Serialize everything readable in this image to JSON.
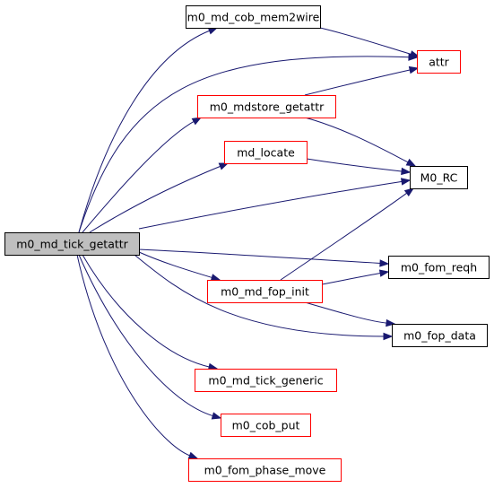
{
  "colors": {
    "edge": "#191970",
    "border_default": "#000000",
    "border_red": "#ff0000",
    "root_fill": "#bfbfbf",
    "node_fill": "#ffffff"
  },
  "nodes": {
    "root": {
      "label": "m0_md_tick_getattr",
      "border": "black",
      "highlighted": true
    },
    "cob_mem2wire": {
      "label": "m0_md_cob_mem2wire",
      "border": "black"
    },
    "attr": {
      "label": "attr",
      "border": "red"
    },
    "mdstore_getattr": {
      "label": "m0_mdstore_getattr",
      "border": "red"
    },
    "md_locate": {
      "label": "md_locate",
      "border": "red"
    },
    "m0_rc": {
      "label": "M0_RC",
      "border": "black"
    },
    "fom_reqh": {
      "label": "m0_fom_reqh",
      "border": "black"
    },
    "md_fop_init": {
      "label": "m0_md_fop_init",
      "border": "red"
    },
    "fop_data": {
      "label": "m0_fop_data",
      "border": "black"
    },
    "md_tick_generic": {
      "label": "m0_md_tick_generic",
      "border": "red"
    },
    "cob_put": {
      "label": "m0_cob_put",
      "border": "red"
    },
    "fom_phase_move": {
      "label": "m0_fom_phase_move",
      "border": "red"
    }
  },
  "edges": [
    [
      "root",
      "cob_mem2wire"
    ],
    [
      "root",
      "attr"
    ],
    [
      "root",
      "mdstore_getattr"
    ],
    [
      "root",
      "md_locate"
    ],
    [
      "root",
      "m0_rc"
    ],
    [
      "root",
      "fom_reqh"
    ],
    [
      "root",
      "md_fop_init"
    ],
    [
      "root",
      "fop_data"
    ],
    [
      "root",
      "md_tick_generic"
    ],
    [
      "root",
      "cob_put"
    ],
    [
      "root",
      "fom_phase_move"
    ],
    [
      "cob_mem2wire",
      "attr"
    ],
    [
      "mdstore_getattr",
      "attr"
    ],
    [
      "mdstore_getattr",
      "m0_rc"
    ],
    [
      "md_locate",
      "m0_rc"
    ],
    [
      "md_fop_init",
      "m0_rc"
    ],
    [
      "md_fop_init",
      "fom_reqh"
    ],
    [
      "md_fop_init",
      "fop_data"
    ]
  ]
}
